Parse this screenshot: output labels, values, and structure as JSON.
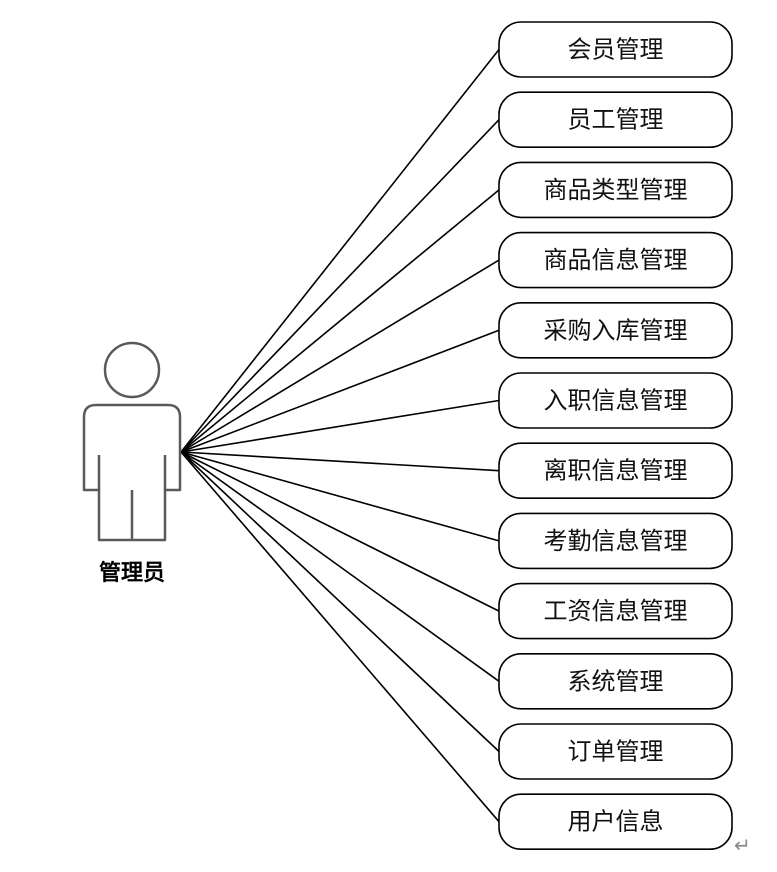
{
  "actor": {
    "name": "管理员",
    "icon": "person-icon"
  },
  "use_cases": [
    "会员管理",
    "员工管理",
    "商品类型管理",
    "商品信息管理",
    "采购入库管理",
    "入职信息管理",
    "离职信息管理",
    "考勤信息管理",
    "工资信息管理",
    "系统管理",
    "订单管理",
    "用户信息"
  ],
  "paragraph_mark": "↵",
  "colors": {
    "line": "#000000",
    "actor_stroke": "#5a5a5a",
    "box_stroke": "#000000",
    "background": "#ffffff"
  }
}
